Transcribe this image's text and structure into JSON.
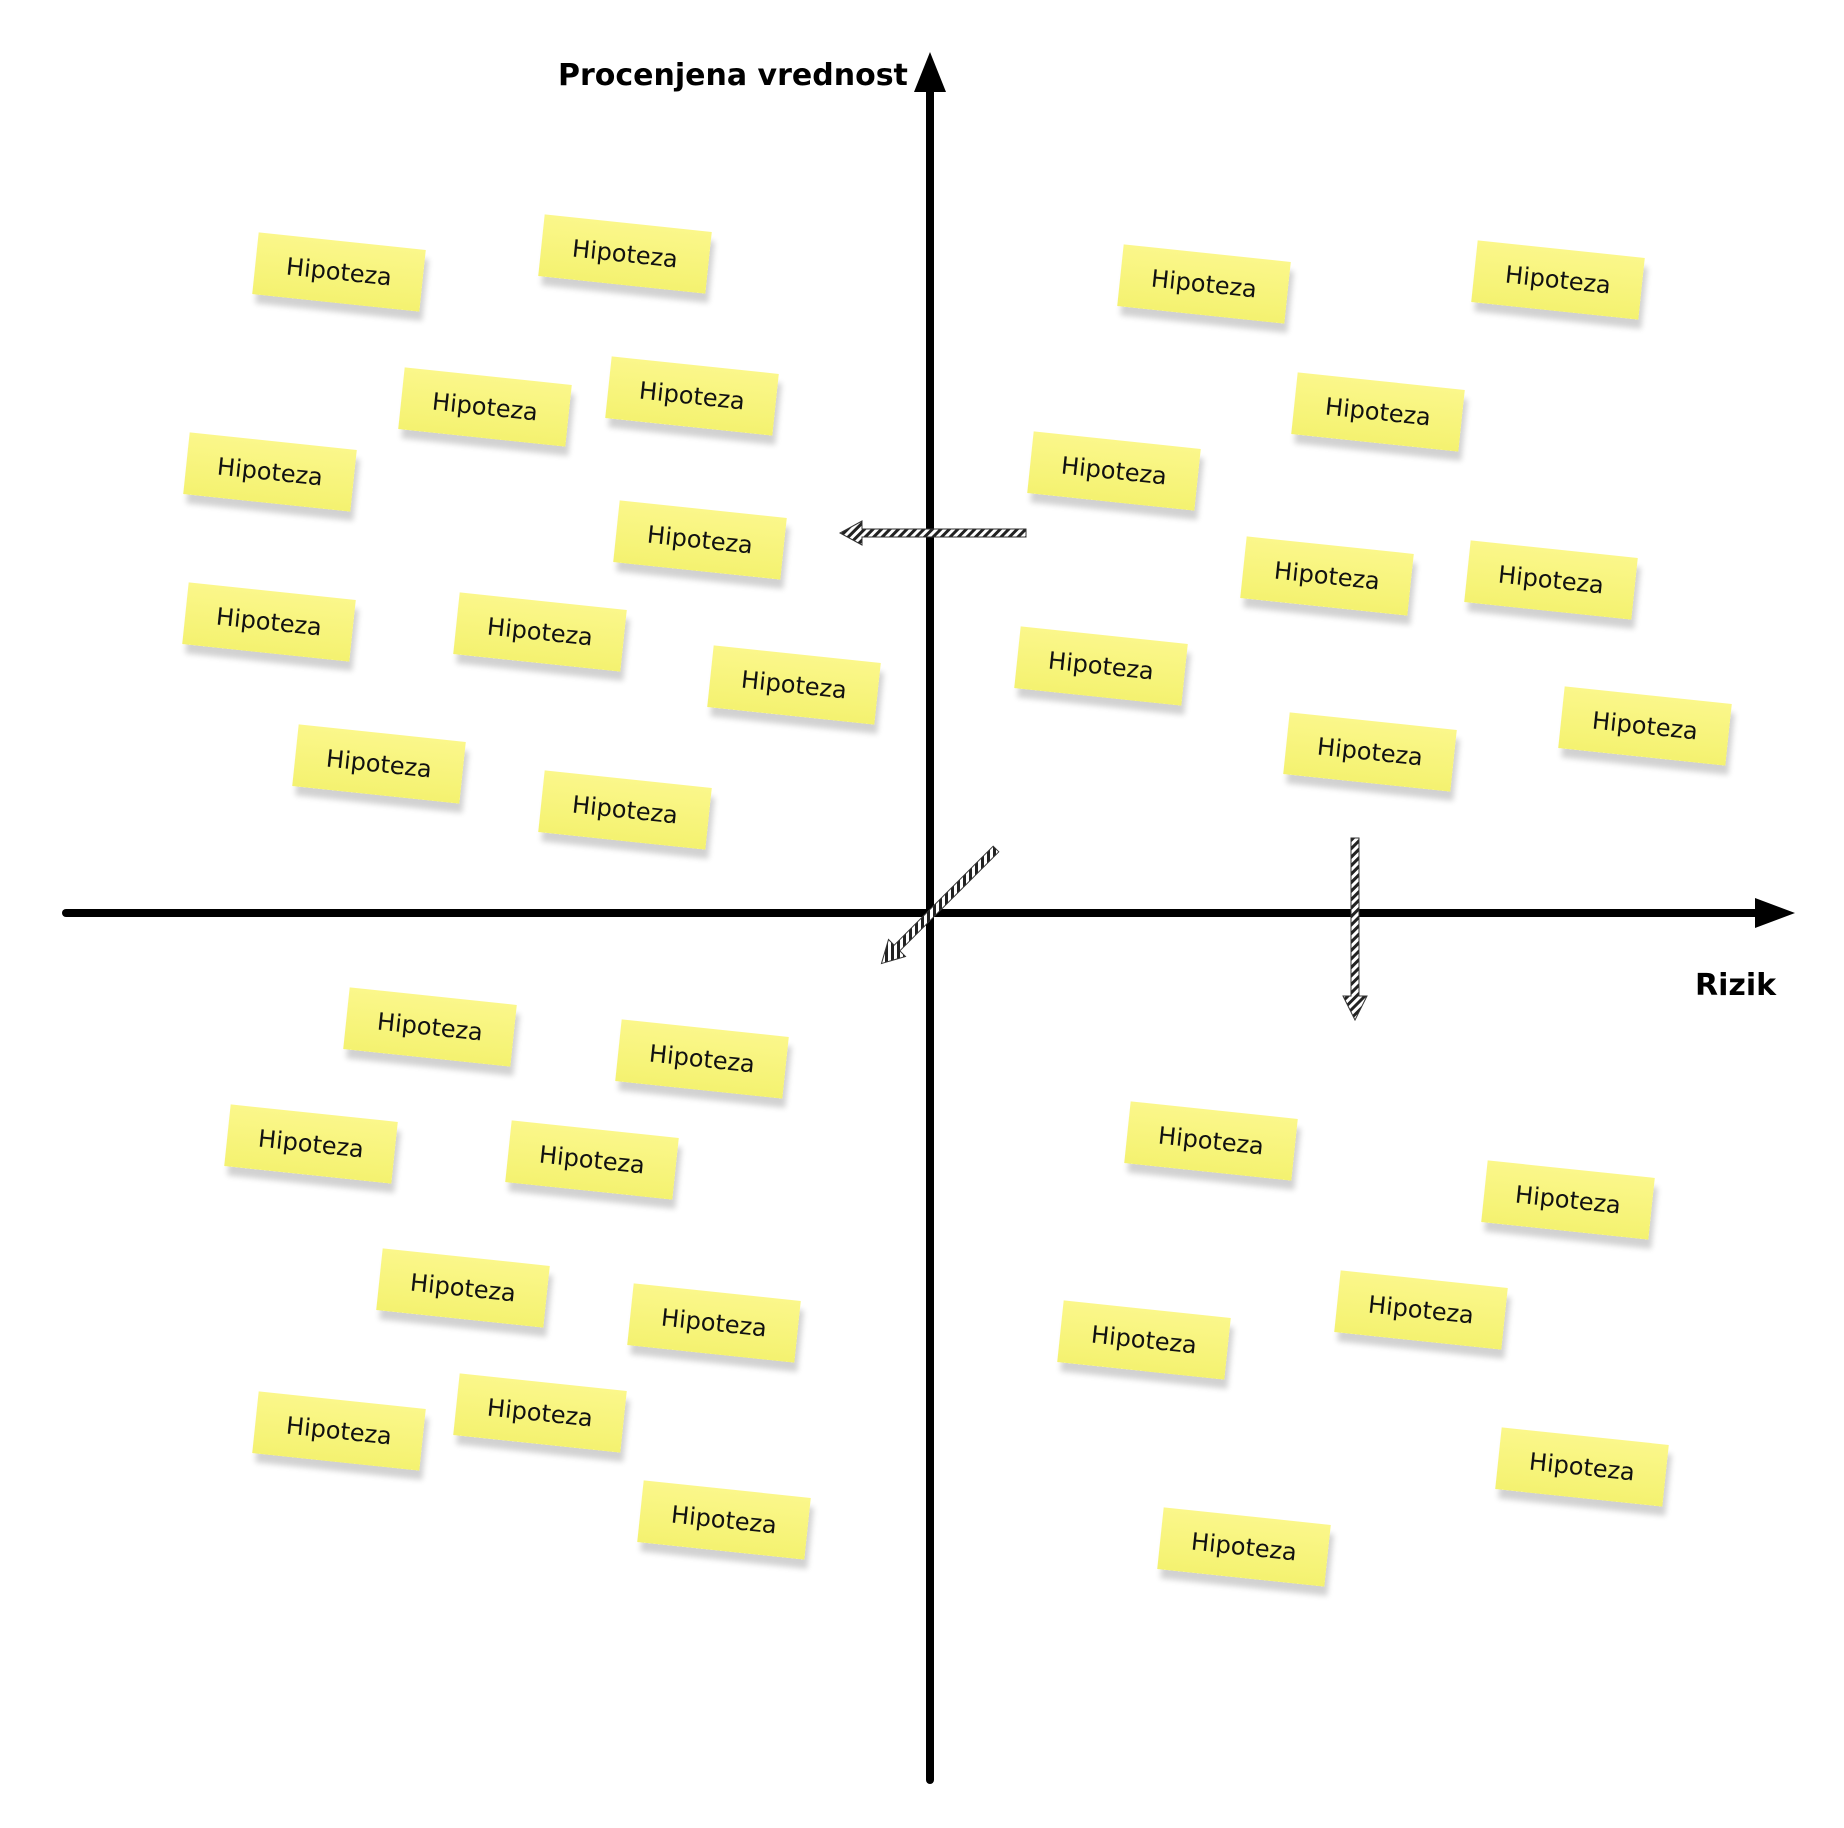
{
  "diagram": {
    "y_axis_label": "Procenjena vrednost",
    "x_axis_label": "Rizik",
    "note_color": "#f7f47c",
    "axis_color": "#000000",
    "notes": [
      {
        "text": "Hipoteza",
        "quadrant": "top-left"
      },
      {
        "text": "Hipoteza",
        "quadrant": "top-left"
      },
      {
        "text": "Hipoteza",
        "quadrant": "top-left"
      },
      {
        "text": "Hipoteza",
        "quadrant": "top-left"
      },
      {
        "text": "Hipoteza",
        "quadrant": "top-left"
      },
      {
        "text": "Hipoteza",
        "quadrant": "top-left"
      },
      {
        "text": "Hipoteza",
        "quadrant": "top-left"
      },
      {
        "text": "Hipoteza",
        "quadrant": "top-left"
      },
      {
        "text": "Hipoteza",
        "quadrant": "top-left"
      },
      {
        "text": "Hipoteza",
        "quadrant": "top-left"
      },
      {
        "text": "Hipoteza",
        "quadrant": "top-left"
      },
      {
        "text": "Hipoteza",
        "quadrant": "top-right"
      },
      {
        "text": "Hipoteza",
        "quadrant": "top-right"
      },
      {
        "text": "Hipoteza",
        "quadrant": "top-right"
      },
      {
        "text": "Hipoteza",
        "quadrant": "top-right"
      },
      {
        "text": "Hipoteza",
        "quadrant": "top-right"
      },
      {
        "text": "Hipoteza",
        "quadrant": "top-right"
      },
      {
        "text": "Hipoteza",
        "quadrant": "top-right"
      },
      {
        "text": "Hipoteza",
        "quadrant": "top-right"
      },
      {
        "text": "Hipoteza",
        "quadrant": "top-right"
      },
      {
        "text": "Hipoteza",
        "quadrant": "bottom-left"
      },
      {
        "text": "Hipoteza",
        "quadrant": "bottom-left"
      },
      {
        "text": "Hipoteza",
        "quadrant": "bottom-left"
      },
      {
        "text": "Hipoteza",
        "quadrant": "bottom-left"
      },
      {
        "text": "Hipoteza",
        "quadrant": "bottom-left"
      },
      {
        "text": "Hipoteza",
        "quadrant": "bottom-left"
      },
      {
        "text": "Hipoteza",
        "quadrant": "bottom-left"
      },
      {
        "text": "Hipoteza",
        "quadrant": "bottom-left"
      },
      {
        "text": "Hipoteza",
        "quadrant": "bottom-left"
      },
      {
        "text": "Hipoteza",
        "quadrant": "bottom-right"
      },
      {
        "text": "Hipoteza",
        "quadrant": "bottom-right"
      },
      {
        "text": "Hipoteza",
        "quadrant": "bottom-right"
      },
      {
        "text": "Hipoteza",
        "quadrant": "bottom-right"
      },
      {
        "text": "Hipoteza",
        "quadrant": "bottom-right"
      },
      {
        "text": "Hipoteza",
        "quadrant": "bottom-right"
      }
    ],
    "movement_arrows": [
      {
        "direction": "left"
      },
      {
        "direction": "down-left"
      },
      {
        "direction": "down"
      }
    ]
  }
}
